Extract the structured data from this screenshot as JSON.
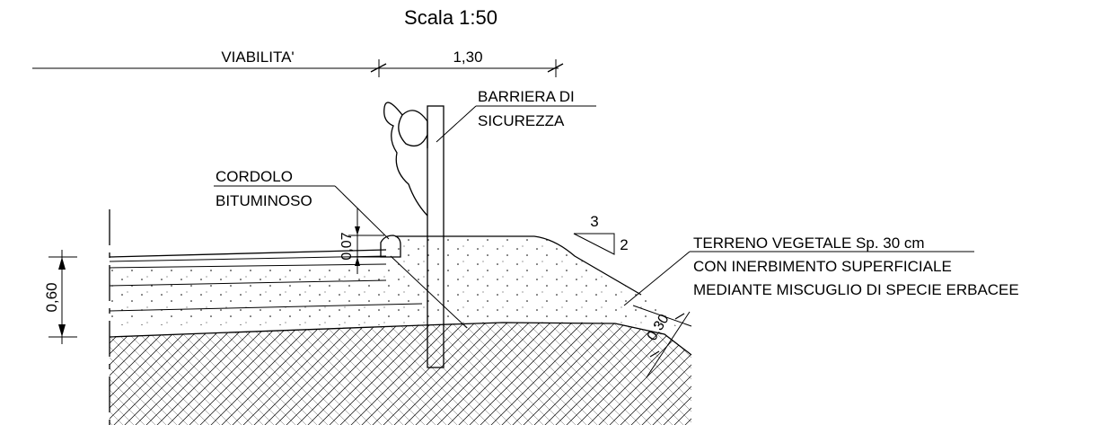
{
  "title": "Scala 1:50",
  "dimensions": {
    "road_width_label": "VIABILITA'",
    "shoulder_width": "1,30",
    "total_depth": "0,60",
    "curb_height": "0,07",
    "topsoil_depth": "0,30"
  },
  "slope": {
    "vertical": "3",
    "horizontal": "2"
  },
  "labels": {
    "barrier": [
      "BARRIERA DI",
      "SICUREZZA"
    ],
    "curb": [
      "CORDOLO",
      "BITUMINOSO"
    ],
    "topsoil": [
      "TERRENO VEGETALE Sp. 30 cm",
      "CON INERBIMENTO SUPERFICIALE",
      "MEDIANTE MISCUGLIO DI SPECIE ERBACEE"
    ]
  }
}
